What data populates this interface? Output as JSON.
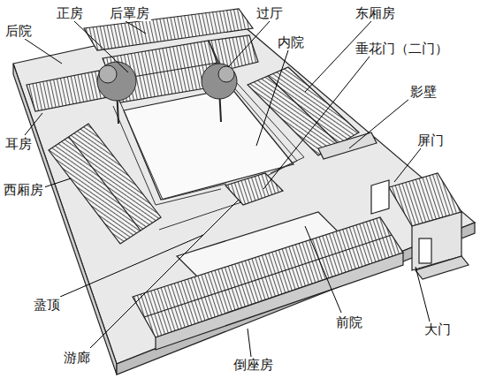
{
  "diagram": {
    "labels": [
      "后院",
      "正房",
      "后罩房",
      "过厅",
      "东厢房",
      "内院",
      "垂花门（二门）",
      "影壁",
      "屏门",
      "耳房",
      "西厢房",
      "盝顶",
      "游廊",
      "倒座房",
      "前院",
      "大门"
    ]
  }
}
